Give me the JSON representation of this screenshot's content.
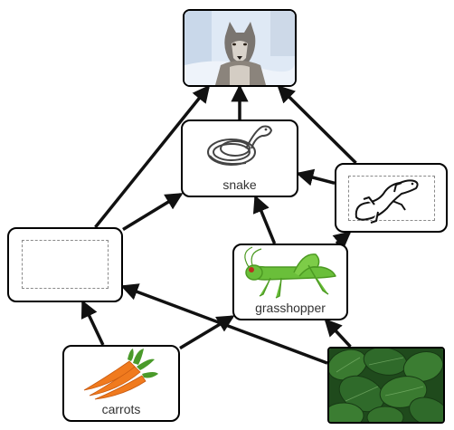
{
  "nodes": {
    "wolf": {
      "label": ""
    },
    "snake": {
      "label": "snake"
    },
    "lizard": {
      "label": ""
    },
    "blank": {
      "label": ""
    },
    "grasshopper": {
      "label": "grasshopper"
    },
    "carrots": {
      "label": "carrots"
    },
    "spinach": {
      "label": ""
    }
  },
  "icons": {
    "wolf": "wolf-photo",
    "snake": "snake-outline-icon",
    "lizard": "lizard-outline-icon",
    "grasshopper": "grasshopper-icon",
    "carrots": "carrots-icon",
    "spinach": "spinach-photo"
  },
  "colors": {
    "arrow": "#111111",
    "border": "#000000",
    "placeholder_dash": "#8a8a8a",
    "grasshopper": "#6abf3a",
    "carrot": "#f07a1e",
    "carrot_leaf": "#4a9a2a",
    "spinach": "#2f6a2a",
    "snow": "#dfe9f5"
  },
  "arrows": [
    {
      "from": "blank",
      "to": "wolf"
    },
    {
      "from": "blank",
      "to": "snake"
    },
    {
      "from": "snake",
      "to": "wolf"
    },
    {
      "from": "lizard",
      "to": "wolf"
    },
    {
      "from": "lizard",
      "to": "snake"
    },
    {
      "from": "grasshopper",
      "to": "snake"
    },
    {
      "from": "grasshopper",
      "to": "lizard"
    },
    {
      "from": "carrots",
      "to": "blank"
    },
    {
      "from": "carrots",
      "to": "grasshopper"
    },
    {
      "from": "spinach",
      "to": "blank"
    },
    {
      "from": "spinach",
      "to": "grasshopper"
    }
  ]
}
